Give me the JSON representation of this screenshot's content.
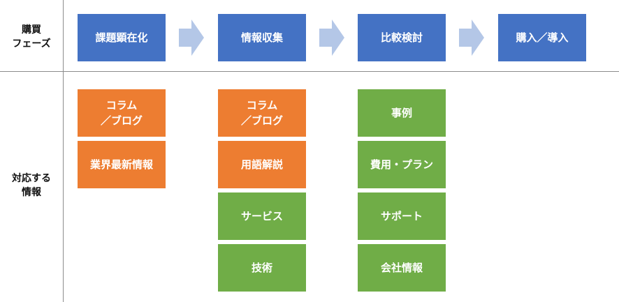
{
  "row_labels": {
    "phase": [
      "購買",
      "フェーズ"
    ],
    "content": [
      "対応する",
      "情報"
    ]
  },
  "stages": [
    "課題顕在化",
    "情報収集",
    "比較検討",
    "購入／導入"
  ],
  "cards": {
    "col1": [
      {
        "lines": [
          "コラム",
          "／ブログ"
        ],
        "color": "#ed7d31"
      },
      {
        "lines": [
          "業界最新情報"
        ],
        "color": "#ed7d31"
      }
    ],
    "col2": [
      {
        "lines": [
          "コラム",
          "／ブログ"
        ],
        "color": "#ed7d31"
      },
      {
        "lines": [
          "用語解説"
        ],
        "color": "#ed7d31"
      },
      {
        "lines": [
          "サービス"
        ],
        "color": "#70ad47"
      },
      {
        "lines": [
          "技術"
        ],
        "color": "#70ad47"
      }
    ],
    "col3": [
      {
        "lines": [
          "事例"
        ],
        "color": "#70ad47"
      },
      {
        "lines": [
          "費用・プラン"
        ],
        "color": "#70ad47"
      },
      {
        "lines": [
          "サポート"
        ],
        "color": "#70ad47"
      },
      {
        "lines": [
          "会社情報"
        ],
        "color": "#70ad47"
      }
    ]
  },
  "colors": {
    "stage_blue": "#4472c4",
    "orange": "#ed7d31",
    "green": "#70ad47",
    "arrow": "#b4c7e7"
  }
}
